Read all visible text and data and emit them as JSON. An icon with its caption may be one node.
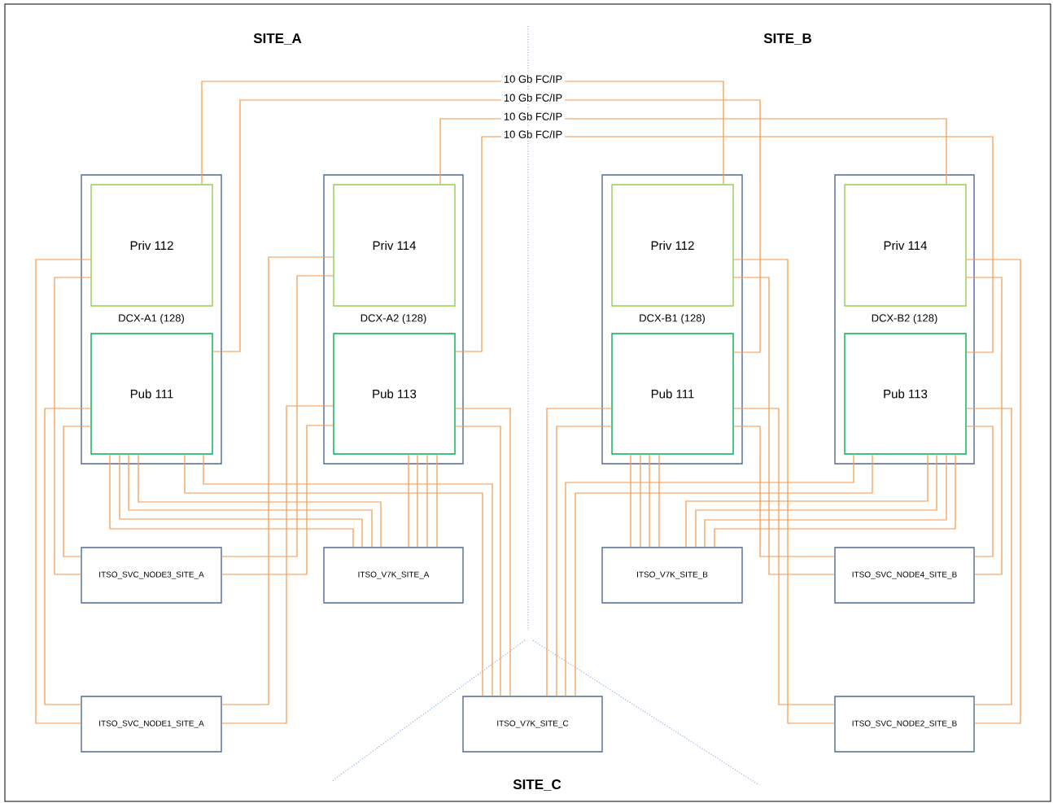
{
  "diagram": {
    "nodes": [
      {
        "text": [
          "DCX-A1 (128)"
        ]
      },
      {
        "text": [
          "Priv 112"
        ],
        "in": 0
      },
      {
        "text": [
          "Pub 111"
        ],
        "in": 0
      },
      {
        "text": [
          "DCX-A2 (128)"
        ]
      },
      {
        "text": [
          "Priv 114"
        ],
        "in": 3
      },
      {
        "text": [
          "Pub 113"
        ],
        "in": 3
      },
      {
        "text": [
          "DCX-B1 (128)"
        ]
      },
      {
        "text": [
          "Priv 112"
        ],
        "in": 6
      },
      {
        "text": [
          "Pub 111"
        ],
        "in": 6
      },
      {
        "text": [
          "DCX-B2 (128)"
        ]
      },
      {
        "text": [
          "Priv 114"
        ],
        "in": 9
      },
      {
        "text": [
          "Pub 113"
        ],
        "in": 9
      },
      {
        "text": [
          "ITSO_SVC_NODE3_SITE_A"
        ]
      },
      {
        "text": [
          "ITSO_V7K_SITE_A"
        ]
      },
      {
        "text": [
          "ITSO_V7K_SITE_B"
        ]
      },
      {
        "text": [
          "ITSO_SVC_NODE4_SITE_B"
        ]
      },
      {
        "text": [
          "ITSO_SVC_NODE1_SITE_A"
        ]
      },
      {
        "text": [
          "ITSO_V7K_SITE_C"
        ]
      },
      {
        "text": [
          "ITSO_SVC_NODE2_SITE_B"
        ]
      }
    ],
    "edges": [
      {
        "from": 1,
        "to": 7,
        "arrow": "none",
        "label": "10 Gb FC/IP"
      },
      {
        "from": 2,
        "to": 8,
        "arrow": "none",
        "label": "10 Gb FC/IP"
      },
      {
        "from": 4,
        "to": 10,
        "arrow": "none",
        "label": "10 Gb FC/IP"
      },
      {
        "from": 5,
        "to": 11,
        "arrow": "none",
        "label": "10 Gb FC/IP"
      },
      {
        "from": 1,
        "to": 16,
        "arrow": "none"
      },
      {
        "from": 1,
        "to": 12,
        "arrow": "none"
      },
      {
        "from": 2,
        "to": 16,
        "arrow": "none"
      },
      {
        "from": 2,
        "to": 12,
        "arrow": "none"
      },
      {
        "from": 4,
        "to": 16,
        "arrow": "none"
      },
      {
        "from": 4,
        "to": 12,
        "arrow": "none"
      },
      {
        "from": 5,
        "to": 16,
        "arrow": "none"
      },
      {
        "from": 5,
        "to": 12,
        "arrow": "none"
      },
      {
        "from": 2,
        "to": 13,
        "arrow": "none"
      },
      {
        "from": 2,
        "to": 13,
        "arrow": "none"
      },
      {
        "from": 2,
        "to": 13,
        "arrow": "none"
      },
      {
        "from": 2,
        "to": 13,
        "arrow": "none"
      },
      {
        "from": 5,
        "to": 13,
        "arrow": "none"
      },
      {
        "from": 5,
        "to": 13,
        "arrow": "none"
      },
      {
        "from": 5,
        "to": 13,
        "arrow": "none"
      },
      {
        "from": 5,
        "to": 13,
        "arrow": "none"
      },
      {
        "from": 2,
        "to": 17,
        "arrow": "none"
      },
      {
        "from": 2,
        "to": 17,
        "arrow": "none"
      },
      {
        "from": 5,
        "to": 17,
        "arrow": "none"
      },
      {
        "from": 5,
        "to": 17,
        "arrow": "none"
      },
      {
        "from": 8,
        "to": 17,
        "arrow": "none"
      },
      {
        "from": 8,
        "to": 17,
        "arrow": "none"
      },
      {
        "from": 11,
        "to": 17,
        "arrow": "none"
      },
      {
        "from": 11,
        "to": 17,
        "arrow": "none"
      },
      {
        "from": 8,
        "to": 14,
        "arrow": "none"
      },
      {
        "from": 8,
        "to": 14,
        "arrow": "none"
      },
      {
        "from": 8,
        "to": 14,
        "arrow": "none"
      },
      {
        "from": 8,
        "to": 14,
        "arrow": "none"
      },
      {
        "from": 11,
        "to": 14,
        "arrow": "none"
      },
      {
        "from": 11,
        "to": 14,
        "arrow": "none"
      },
      {
        "from": 11,
        "to": 14,
        "arrow": "none"
      },
      {
        "from": 11,
        "to": 14,
        "arrow": "none"
      },
      {
        "from": 7,
        "to": 18,
        "arrow": "none"
      },
      {
        "from": 7,
        "to": 15,
        "arrow": "none"
      },
      {
        "from": 8,
        "to": 18,
        "arrow": "none"
      },
      {
        "from": 8,
        "to": 15,
        "arrow": "none"
      },
      {
        "from": 10,
        "to": 18,
        "arrow": "none"
      },
      {
        "from": 10,
        "to": 15,
        "arrow": "none"
      },
      {
        "from": 11,
        "to": 18,
        "arrow": "none"
      },
      {
        "from": 11,
        "to": 15,
        "arrow": "none"
      }
    ],
    "labels": [
      "SITE_A",
      "SITE_B",
      "SITE_C"
    ]
  }
}
